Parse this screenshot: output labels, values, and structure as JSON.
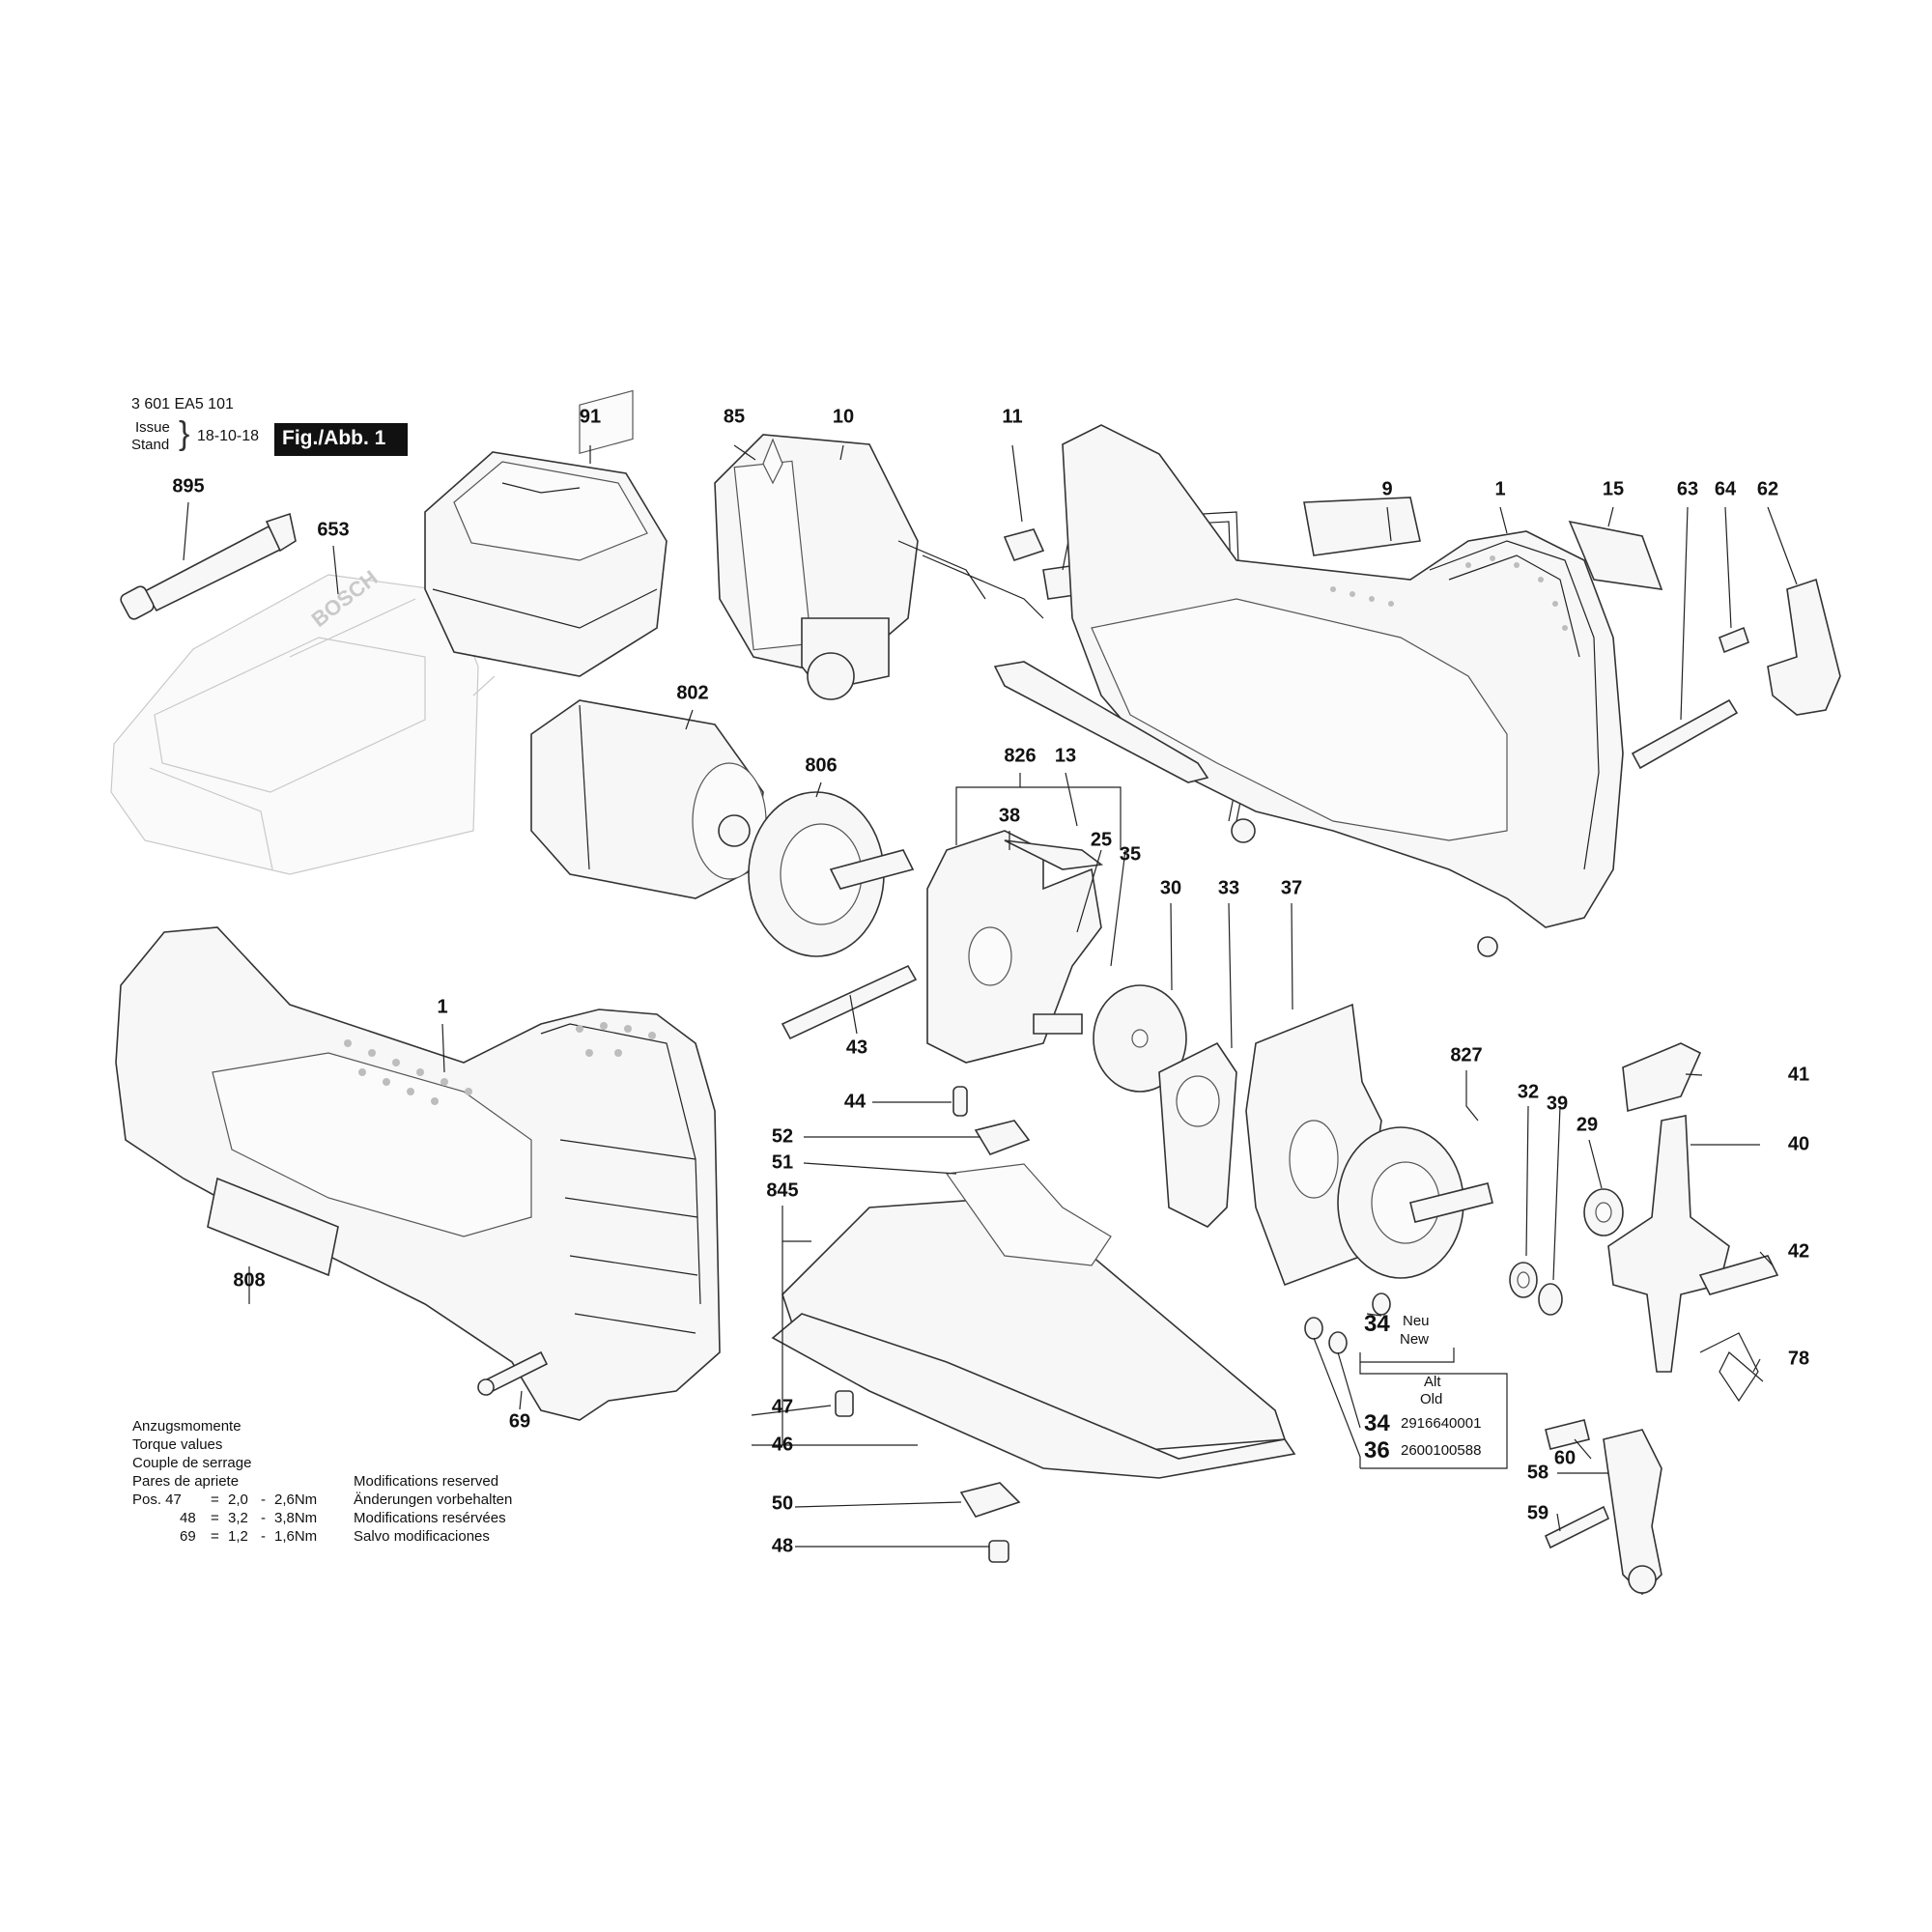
{
  "header": {
    "doc_number": "3 601 EA5 101",
    "issue_label": "Issue",
    "stand_label": "Stand",
    "issue_date": "18-10-18",
    "figure_label": "Fig./Abb. 1"
  },
  "callouts": {
    "n91": "91",
    "n85": "85",
    "n10": "10",
    "n11": "11",
    "n9": "9",
    "n1a": "1",
    "n15": "15",
    "n63": "63",
    "n64": "64",
    "n62": "62",
    "n895": "895",
    "n653": "653",
    "n802": "802",
    "n806": "806",
    "n826": "826",
    "n13": "13",
    "n38": "38",
    "n25": "25",
    "n35": "35",
    "n30": "30",
    "n33": "33",
    "n37": "37",
    "n43": "43",
    "n1b": "1",
    "n44": "44",
    "n52": "52",
    "n51": "51",
    "n845": "845",
    "n827": "827",
    "n32": "32",
    "n39": "39",
    "n29": "29",
    "n41": "41",
    "n40": "40",
    "n42": "42",
    "n78": "78",
    "n808": "808",
    "n69": "69",
    "n47": "47",
    "n46": "46",
    "n50": "50",
    "n48": "48",
    "n60": "60",
    "n58": "58",
    "n59": "59",
    "n34a": "34",
    "n34b": "34",
    "n36": "36"
  },
  "replacement_note": {
    "new_de": "Neu",
    "new_en": "New",
    "old_de": "Alt",
    "old_en": "Old",
    "part34_number": "2916640001",
    "part36_number": "2600100588"
  },
  "torque": {
    "lines": [
      "Anzugsmomente",
      "Torque values",
      "Couple de serrage",
      "Pares de apriete"
    ],
    "rows": [
      {
        "pos": "Pos. 47",
        "eq": "=",
        "min": "2,0",
        "dash": "-",
        "max": "2,6Nm"
      },
      {
        "pos": "48",
        "eq": "=",
        "min": "3,2",
        "dash": "-",
        "max": "3,8Nm"
      },
      {
        "pos": "69",
        "eq": "=",
        "min": "1,2",
        "dash": "-",
        "max": "1,6Nm"
      }
    ]
  },
  "modifications": [
    "Modifications reserved",
    "Änderungen vorbehalten",
    "Modifications resérvées",
    "Salvo modificaciones"
  ],
  "brand": {
    "charger_logo": "BOSCH"
  }
}
